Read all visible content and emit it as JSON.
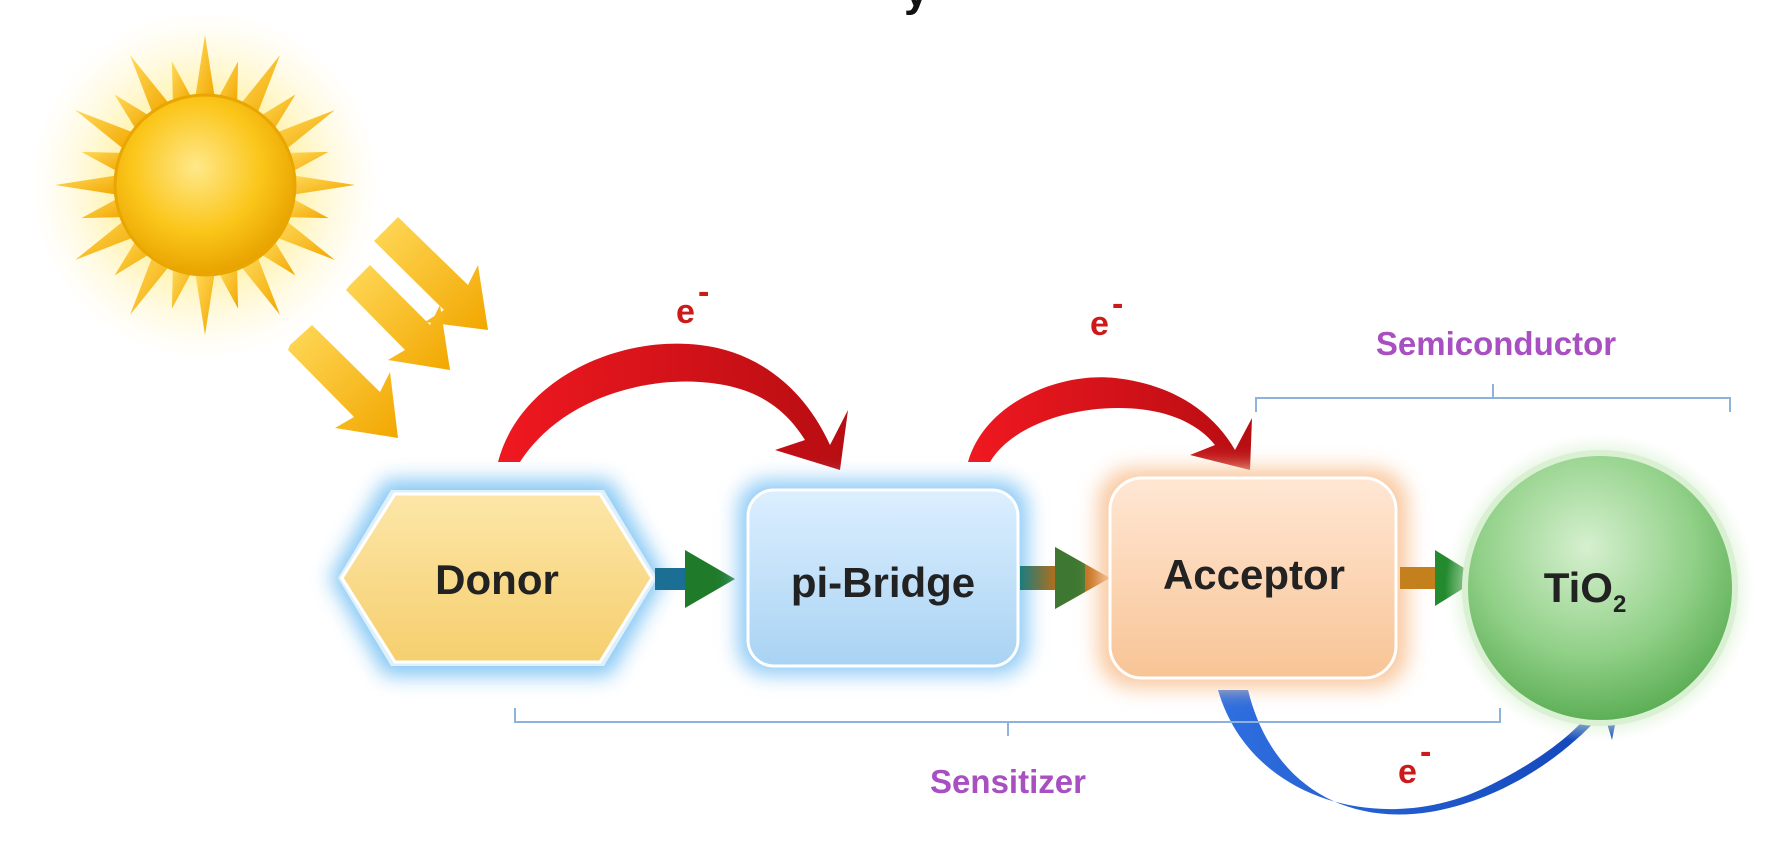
{
  "diagram": {
    "top_cut_text": "y",
    "nodes": {
      "donor": "Donor",
      "bridge": "pi-Bridge",
      "acceptor": "Acceptor",
      "tio2_main": "TiO",
      "tio2_sub": "2"
    },
    "brackets": {
      "semiconductor": "Semiconductor",
      "sensitizer": "Sensitizer"
    },
    "electron": {
      "symbol": "e",
      "charge": "-"
    }
  },
  "colors": {
    "donor_fill": "#f8d98a",
    "bridge_fill": "#bfe0f7",
    "acceptor_fill": "#fcd6b5",
    "tio2_fill": "#7fc77a",
    "glow_blue": "#7ec4f4",
    "glow_orange": "#f9c9a0",
    "glow_green": "#b9e2b0",
    "red_arrow": "#e3141a",
    "blue_arrow": "#1f5fd6",
    "sun": "#f5b300",
    "label_purple": "#a84fc2",
    "bracket_blue": "#7fa9d8"
  }
}
